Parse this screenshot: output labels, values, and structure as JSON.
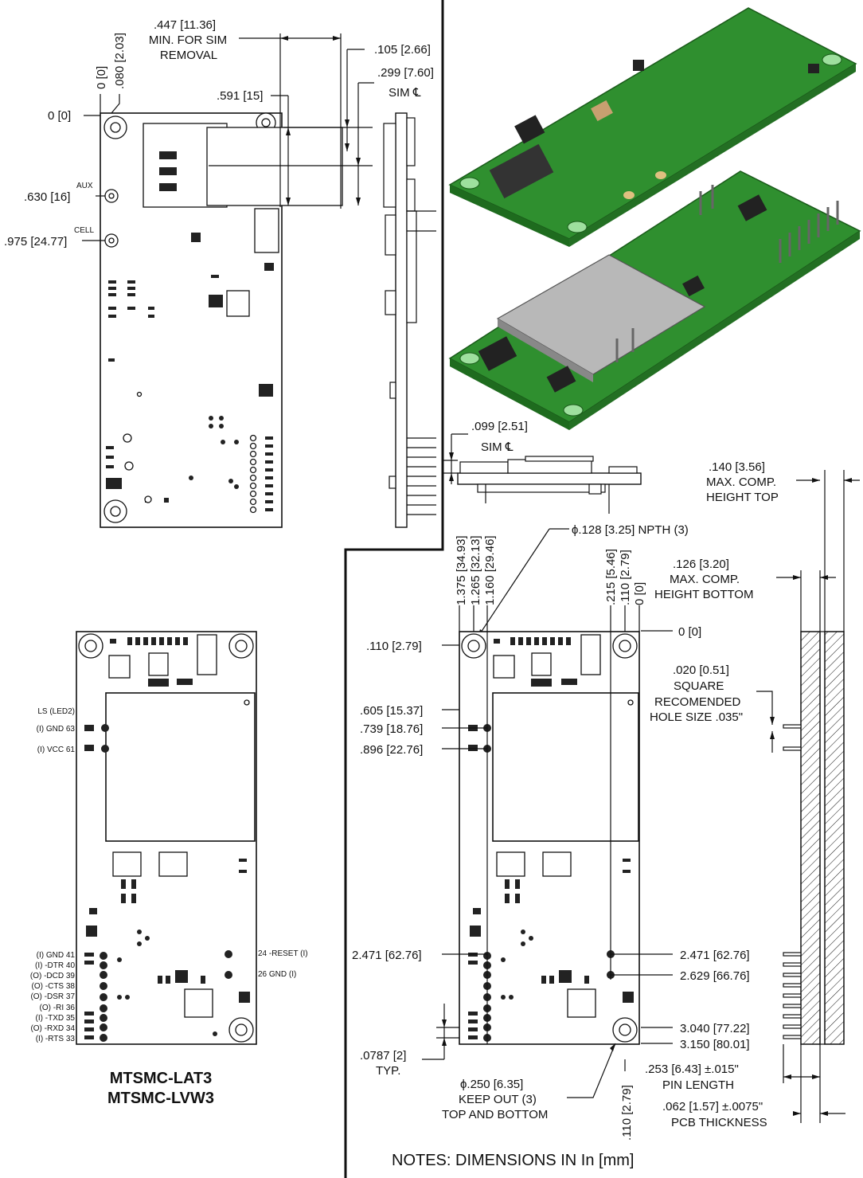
{
  "top_view": {
    "sim_removal": [
      ".447 [11.36]",
      "MIN. FOR SIM",
      "REMOVAL"
    ],
    "d591": ".591 [15]",
    "d0_v": "0 [0]",
    "d080_v": ".080 [2.03]",
    "d0_h": "0 [0]",
    "aux_label": "AUX",
    "cell_label": "CELL",
    "d630": ".630 [16]",
    "d975": ".975 [24.77]",
    "d105": ".105 [2.66]",
    "d299": ".299 [7.60]",
    "sim_cl": "SIM ℄"
  },
  "photos": {
    "label_top": "module top view render",
    "label_bottom": "module bottom view render"
  },
  "side_view": {
    "d099": ".099 [2.51]",
    "sim_cl": "SIM ℄"
  },
  "height_top": [
    ".140 [3.56]",
    "MAX. COMP.",
    "HEIGHT TOP"
  ],
  "height_bottom": [
    ".126 [3.20]",
    "MAX. COMP.",
    "HEIGHT BOTTOM"
  ],
  "npth": "ϕ.128 [3.25]  NPTH (3)",
  "square_hole": [
    ".020 [0.51]",
    "SQUARE",
    "RECOMENDED",
    "HOLE SIZE .035\""
  ],
  "bottom_left": {
    "pins_left": [
      "LS (LED2)",
      "(I) GND  63",
      "(I) VCC  61",
      "(I) GND  41",
      "(I) -DTR  40",
      "(O) -DCD  39",
      "(O) -CTS  38",
      "(O) -DSR  37",
      "(O) -RI  36",
      "(I) -TXD  35",
      "(O) -RXD  34",
      "(I) -RTS  33"
    ],
    "pins_right": [
      "24  -RESET (I)",
      "26  GND (I)"
    ],
    "model1": "MTSMC-LAT3",
    "model2": "MTSMC-LVW3"
  },
  "bottom_right": {
    "vert_dims": [
      "1.375 [34.93]",
      "1.265 [32.13]",
      "1.160 [29.46]",
      ".215 [5.46]",
      ".110 [2.79]",
      "0 [0]"
    ],
    "d0_right": "0 [0]",
    "d110": ".110 [2.79]",
    "d605": ".605 [15.37]",
    "d739": ".739 [18.76]",
    "d896": ".896 [22.76]",
    "d2471_l": "2.471 [62.76]",
    "d2471_r": "2.471 [62.76]",
    "d2629": "2.629 [66.76]",
    "d3040": "3.040 [77.22]",
    "d3150": "3.150 [80.01]",
    "d0787": [
      ".0787 [2]",
      "TYP."
    ],
    "keepout": [
      "ϕ.250 [6.35]",
      "KEEP OUT (3)",
      "TOP AND BOTTOM"
    ],
    "d110_bottom": ".110 [2.79]",
    "pin_length": [
      ".253 [6.43]  ±.015\"",
      "PIN LENGTH"
    ],
    "pcb_thick": [
      ".062 [1.57]  ±.0075\"",
      "PCB THICKNESS"
    ]
  },
  "notes": "NOTES: DIMENSIONS IN In [mm]"
}
